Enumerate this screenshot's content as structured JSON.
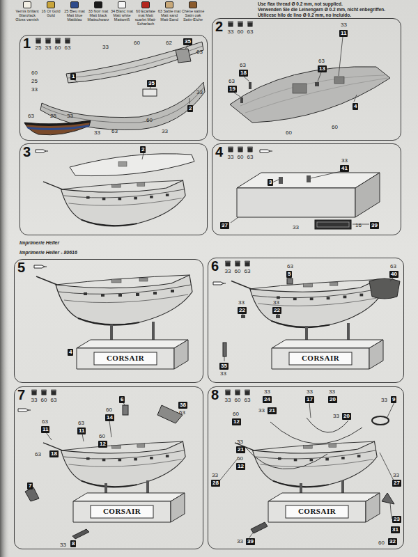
{
  "diagram": {
    "nodes": [
      {
        "text": [
          "1"
        ]
      },
      {
        "text": [
          "2"
        ]
      },
      {
        "text": [
          "3"
        ]
      },
      {
        "text": [
          "4"
        ]
      },
      {
        "text": [
          "5"
        ]
      },
      {
        "text": [
          "6"
        ]
      },
      {
        "text": [
          "7"
        ]
      },
      {
        "text": [
          "8"
        ]
      },
      {
        "text": [
          "35"
        ],
        "in": 0
      },
      {
        "text": [
          "1"
        ],
        "in": 0
      },
      {
        "text": [
          "35"
        ],
        "in": 0
      },
      {
        "text": [
          "2"
        ],
        "in": 0
      },
      {
        "text": [
          "11"
        ],
        "in": 1
      },
      {
        "text": [
          "18"
        ],
        "in": 1
      },
      {
        "text": [
          "19"
        ],
        "in": 1
      },
      {
        "text": [
          "13"
        ],
        "in": 1
      },
      {
        "text": [
          "4"
        ],
        "in": 1
      },
      {
        "text": [
          "2"
        ],
        "in": 2
      },
      {
        "text": [
          "41"
        ],
        "in": 3
      },
      {
        "text": [
          "3"
        ],
        "in": 3
      },
      {
        "text": [
          "37"
        ],
        "in": 3
      },
      {
        "text": [
          "39"
        ],
        "in": 3
      },
      {
        "text": [
          "4"
        ],
        "in": 4
      },
      {
        "text": [
          "5"
        ],
        "in": 5
      },
      {
        "text": [
          "40"
        ],
        "in": 5
      },
      {
        "text": [
          "22"
        ],
        "in": 5
      },
      {
        "text": [
          "22"
        ],
        "in": 5
      },
      {
        "text": [
          "35"
        ],
        "in": 5
      },
      {
        "text": [
          "6"
        ],
        "in": 6
      },
      {
        "text": [
          "38"
        ],
        "in": 6
      },
      {
        "text": [
          "14"
        ],
        "in": 6
      },
      {
        "text": [
          "11"
        ],
        "in": 6
      },
      {
        "text": [
          "11"
        ],
        "in": 6
      },
      {
        "text": [
          "18"
        ],
        "in": 6
      },
      {
        "text": [
          "12"
        ],
        "in": 6
      },
      {
        "text": [
          "7"
        ],
        "in": 6
      },
      {
        "text": [
          "8"
        ],
        "in": 6
      },
      {
        "text": [
          "24"
        ],
        "in": 7
      },
      {
        "text": [
          "17"
        ],
        "in": 7
      },
      {
        "text": [
          "20"
        ],
        "in": 7
      },
      {
        "text": [
          "9"
        ],
        "in": 7
      },
      {
        "text": [
          "21"
        ],
        "in": 7
      },
      {
        "text": [
          "12"
        ],
        "in": 7
      },
      {
        "text": [
          "20"
        ],
        "in": 7
      },
      {
        "text": [
          "21"
        ],
        "in": 7
      },
      {
        "text": [
          "12"
        ],
        "in": 7
      },
      {
        "text": [
          "28"
        ],
        "in": 7
      },
      {
        "text": [
          "27"
        ],
        "in": 7
      },
      {
        "text": [
          "23"
        ],
        "in": 7
      },
      {
        "text": [
          "31"
        ],
        "in": 7
      },
      {
        "text": [
          "32"
        ],
        "in": 7
      },
      {
        "text": [
          "39"
        ],
        "in": 7
      }
    ],
    "labels": [
      "Use flax thread Ø 0.2 mm, not supplied.",
      "Verwenden Sie die Leinengarn Ø 0.2 mm, nicht enbegriffen.",
      "Utilicese hilo de lino Ø 0.2 mm, no incluido.",
      "25",
      "33",
      "60",
      "63",
      "33",
      "60",
      "62",
      "63",
      "60",
      "25",
      "33",
      "60",
      "33",
      "63",
      "33",
      "63",
      "25",
      "33",
      "33",
      "33",
      "60",
      "63",
      "33",
      "63",
      "63",
      "63",
      "60",
      "60",
      "33",
      "60",
      "63",
      "33",
      "16",
      "33",
      "Imprimerie Heller",
      "Imprimerie Heller - 80616",
      "CORSAIR",
      "33",
      "60",
      "63",
      "63",
      "63",
      "33",
      "33",
      "33",
      "CORSAIR",
      "33",
      "60",
      "63",
      "63",
      "60",
      "63",
      "63",
      "63",
      "60",
      "33",
      "CORSAIR",
      "33",
      "60",
      "63",
      "33",
      "33",
      "33",
      "33",
      "33",
      "60",
      "33",
      "33",
      "60",
      "33",
      "33",
      "60",
      "33",
      "CORSAIR"
    ],
    "legend": [
      {
        "text": "Vernis brillant Glanzlack Gloss varnish",
        "color": "#f2efe4"
      },
      {
        "text": "16 Or Gold Gold",
        "color": "#c9a53a"
      },
      {
        "text": "25 Bleu mat Matt blue Mattblau",
        "color": "#2d4a8a"
      },
      {
        "text": "33 Noir mat Matt black Mattschwarz",
        "color": "#1a1a1a"
      },
      {
        "text": "34 Blanc mat Matt white Mattweiß",
        "color": "#f6f6f6"
      },
      {
        "text": "60 Ecarlate mat Matt scarlet Matt-Scharlach",
        "color": "#b3261e"
      },
      {
        "text": "63 Sable mat Matt sand Matt-Sand",
        "color": "#c8a878"
      },
      {
        "text": "Chêne satiné Satin oak Satin-Eiche",
        "color": "#8a5a2b"
      }
    ]
  }
}
